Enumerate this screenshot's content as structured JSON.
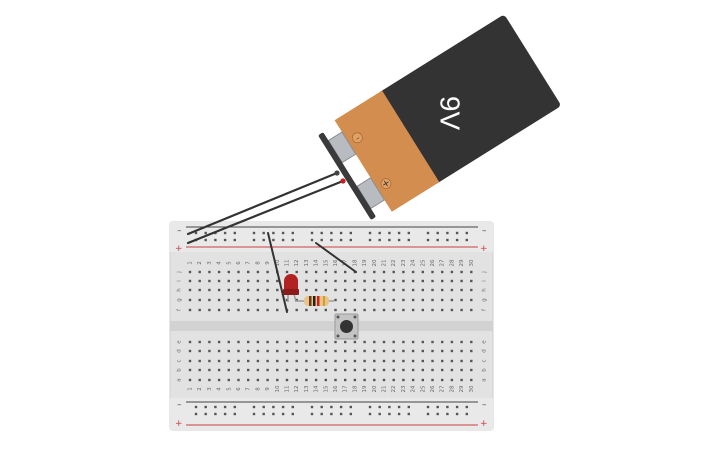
{
  "battery": {
    "voltage_label": "9V",
    "minus_symbol": "–",
    "plus_symbol": "+"
  },
  "breadboard": {
    "columns": [
      "1",
      "2",
      "3",
      "4",
      "5",
      "6",
      "7",
      "8",
      "9",
      "10",
      "11",
      "12",
      "13",
      "14",
      "15",
      "16",
      "17",
      "18",
      "19",
      "20",
      "21",
      "22",
      "23",
      "24",
      "25",
      "26",
      "27",
      "28",
      "29",
      "30"
    ],
    "top_rows": [
      "j",
      "i",
      "h",
      "g",
      "f"
    ],
    "bottom_rows": [
      "e",
      "d",
      "c",
      "b",
      "a"
    ],
    "rail_minus": "–",
    "rail_plus": "+"
  },
  "colors": {
    "battery_body": "#333333",
    "battery_label": "#d38e4f",
    "terminal": "#b8bcc0",
    "breadboard": "#e0e0e0",
    "rail_red": "#cc4040",
    "rail_dark": "#444444",
    "led": "#b22222",
    "wire": "#333333"
  }
}
